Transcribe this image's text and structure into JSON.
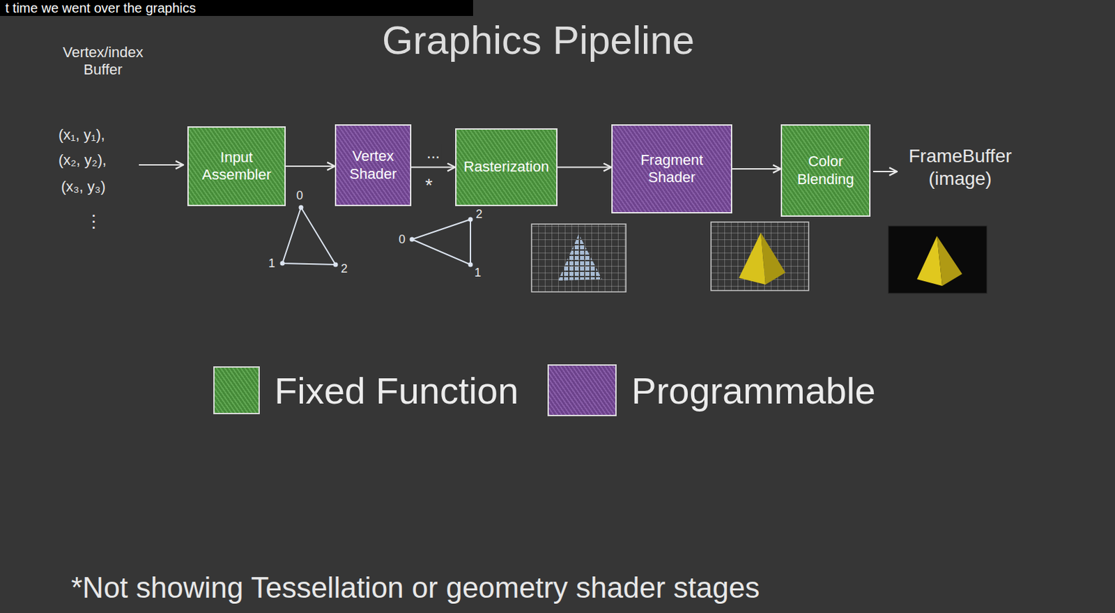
{
  "diagram": {
    "title": "Graphics Pipeline",
    "nodes": [
      {
        "text": [
          "Input Assembler"
        ]
      },
      {
        "text": [
          "Vertex Shader"
        ]
      },
      {
        "text": [
          "Rasterization"
        ]
      },
      {
        "text": [
          "Fragment Shader"
        ]
      },
      {
        "text": [
          "Color Blending"
        ]
      }
    ],
    "edges": [
      {
        "from": 0,
        "to": 1,
        "arrow": "to"
      },
      {
        "from": 1,
        "to": 2,
        "label": "...",
        "arrow": "to"
      },
      {
        "from": 2,
        "to": 3,
        "arrow": "to"
      },
      {
        "from": 3,
        "to": 4,
        "arrow": "to"
      }
    ],
    "labels": [
      "t time we went over the graphics",
      "Vertex/index Buffer",
      "(x₁, y₁),",
      "(x₂, y₂),",
      "(x₃, y₃)",
      "⋮",
      "0",
      "1",
      "2",
      "0",
      "2",
      "1",
      "*",
      "FrameBuffer (image)",
      "*Not showing Tessellation or geometry shader stages"
    ],
    "legend": [
      {
        "text": "Fixed Function",
        "color": "#4f9d40"
      },
      {
        "text": "Programmable",
        "color": "#7b4b9e"
      }
    ]
  }
}
